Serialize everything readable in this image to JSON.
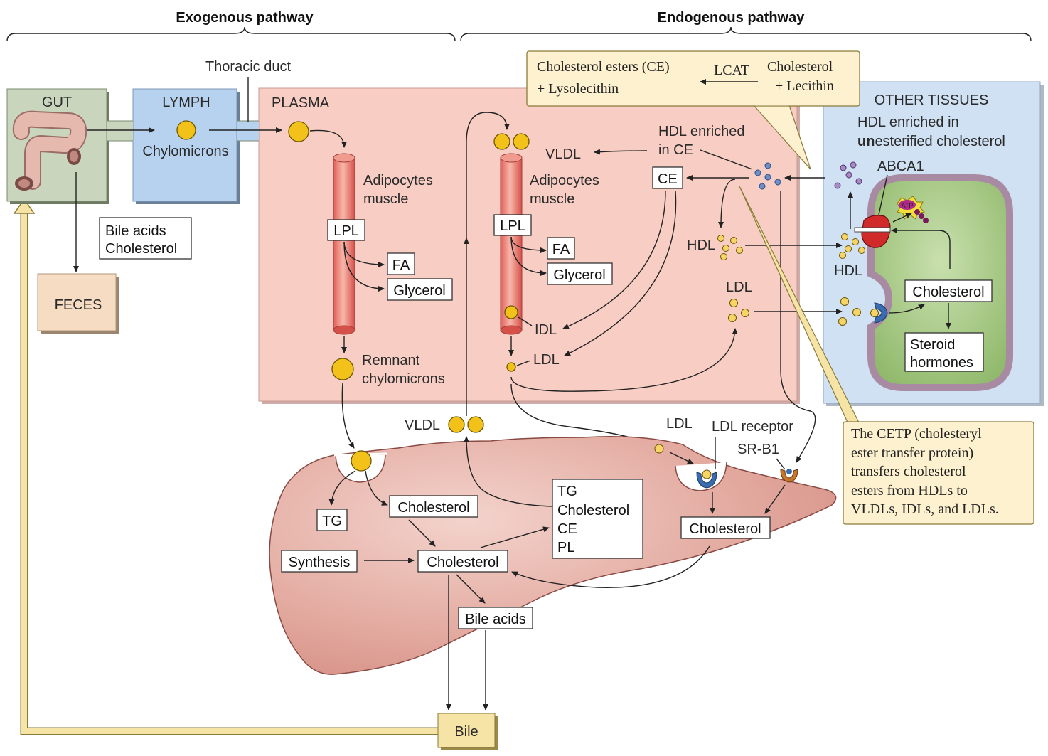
{
  "headers": {
    "exogenous": "Exogenous pathway",
    "endogenous": "Endogenous pathway"
  },
  "compartments": {
    "gut": "GUT",
    "lymph": "LYMPH",
    "plasma": "PLASMA",
    "other_tissues": "OTHER TISSUES",
    "feces": "FECES",
    "bile": "Bile"
  },
  "exogenous": {
    "thoracic_duct": "Thoracic duct",
    "chylomicrons": "Chylomicrons",
    "bile_acids_cholesterol": [
      "Bile acids",
      "Cholesterol"
    ],
    "adipocytes_muscle": [
      "Adipocytes",
      "muscle"
    ],
    "lpl": "LPL",
    "fa": "FA",
    "glycerol": "Glycerol",
    "remnant_chylomicrons": [
      "Remnant",
      "chylomicrons"
    ]
  },
  "endogenous": {
    "vldl": "VLDL",
    "adipocytes_muscle": [
      "Adipocytes",
      "muscle"
    ],
    "lpl": "LPL",
    "fa": "FA",
    "glycerol": "Glycerol",
    "idl": "IDL",
    "ldl": "LDL",
    "hdl_enriched_ce": [
      "HDL enriched",
      "in CE"
    ],
    "ce": "CE",
    "hdl": "HDL",
    "ldl_plasma": "LDL"
  },
  "lcat_box": {
    "cholesterol_esters": "Cholesterol esters (CE)",
    "lysolecithin": "+ Lysolecithin",
    "lcat": "LCAT",
    "cholesterol": "Cholesterol",
    "lecithin": "+ Lecithin"
  },
  "other_tissues": {
    "hdl_unesterified": [
      "HDL enriched in",
      "un",
      "esterified cholesterol"
    ],
    "abca1": "ABCA1",
    "atp": "ATP",
    "hdl": "HDL",
    "cholesterol": "Cholesterol",
    "steroid_hormones": [
      "Steroid",
      "hormones"
    ]
  },
  "liver": {
    "vldl": "VLDL",
    "ldl": "LDL",
    "ldl_receptor": "LDL receptor",
    "sr_b1": "SR-B1",
    "tg": "TG",
    "cholesterol_top": "Cholesterol",
    "export_list": [
      "TG",
      "Cholesterol",
      "CE",
      "PL"
    ],
    "synthesis": "Synthesis",
    "cholesterol_center": "Cholesterol",
    "bile_acids": "Bile acids",
    "cholesterol_right": "Cholesterol"
  },
  "cetp_note": [
    "The CETP (cholesteryl",
    "ester transfer protein)",
    "transfers cholesterol",
    "esters from HDLs to",
    "VLDLs, IDLs, and LDLs."
  ],
  "colors": {
    "gut": "#c9d6bd",
    "lymph": "#b7d2ee",
    "plasma": "#f7cdc4",
    "other_tissues": "#cfe1f3",
    "feces": "#f5dcc2",
    "note": "#fdf1cf",
    "liver": "#e0a59c",
    "cell": "#a7c886",
    "ball": "#f2c21b"
  }
}
